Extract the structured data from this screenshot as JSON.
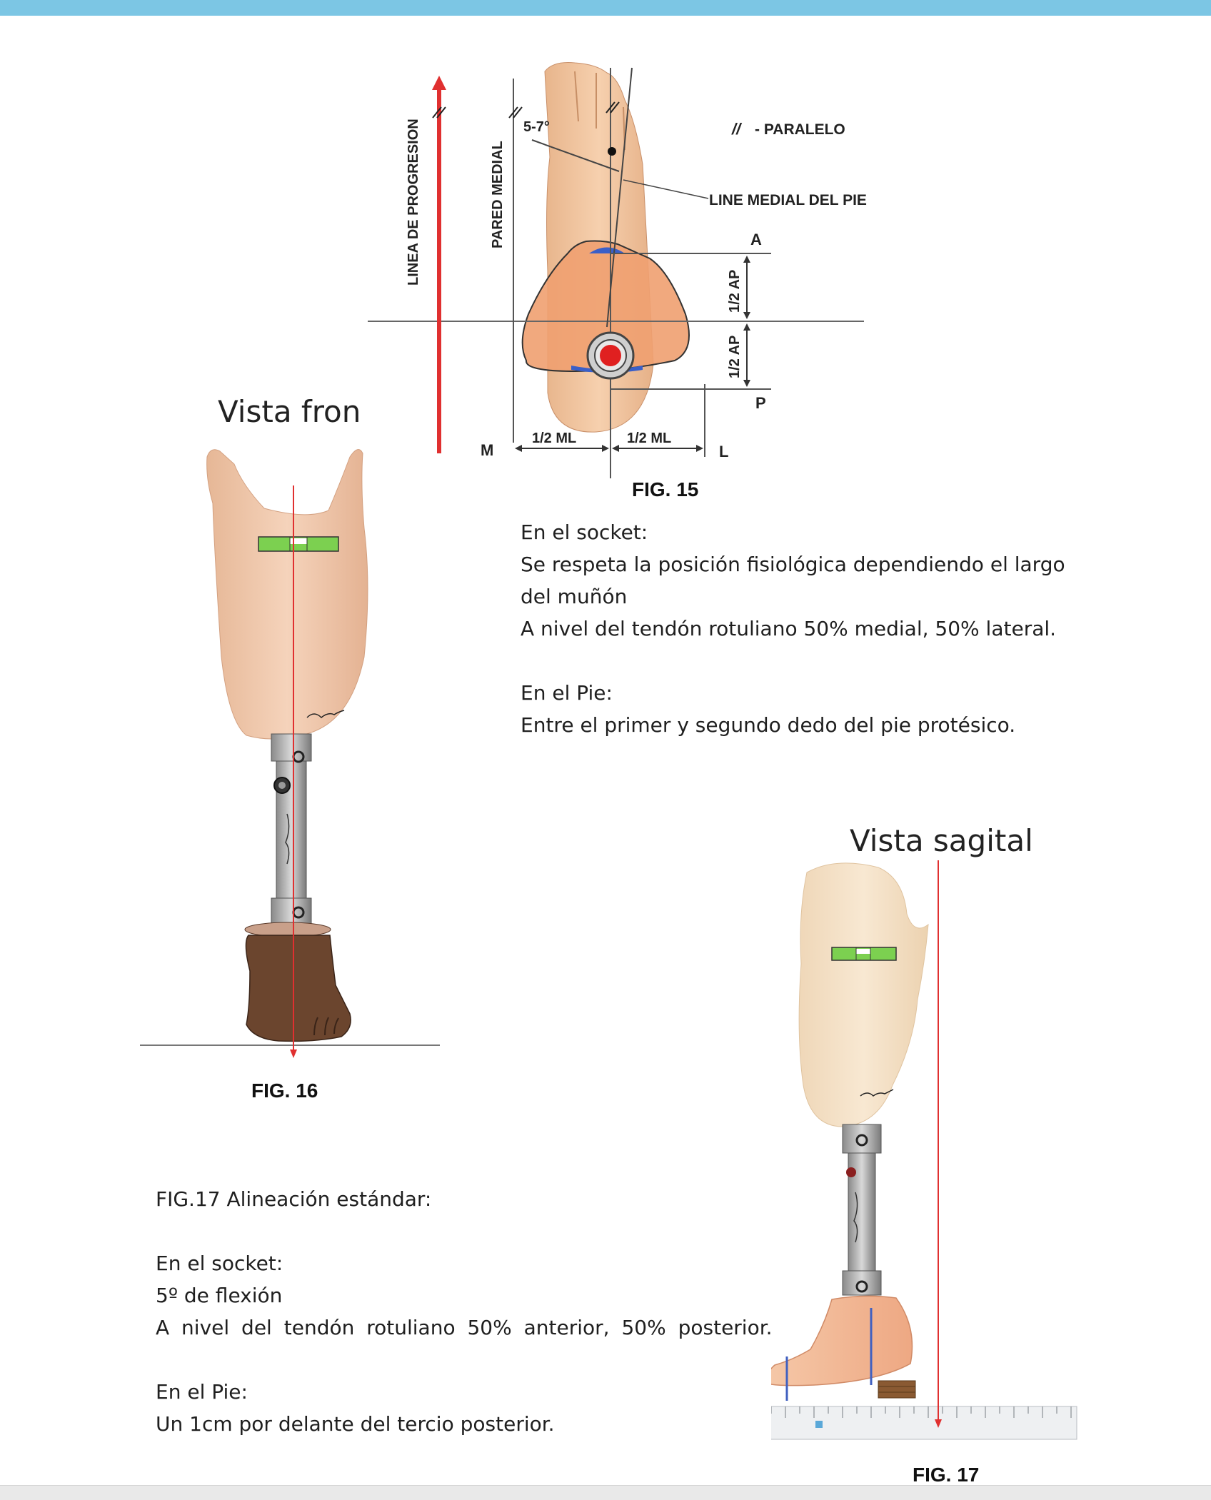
{
  "fig15": {
    "labels": {
      "progression_line": "LINEA DE PROGRESION",
      "medial_wall": "PARED MEDIAL",
      "angle": "5-7°",
      "parallel_symbol": "//",
      "parallel": "- PARALELO",
      "foot_medial_line": "LINE MEDIAL DEL PIE",
      "a": "A",
      "p": "P",
      "half_ap_1": "1/2 AP",
      "half_ap_2": "1/2 AP",
      "m": "M",
      "l": "L",
      "half_ml_1": "1/2 ML",
      "half_ml_2": "1/2 ML"
    },
    "caption": "FIG. 15"
  },
  "text_fig15": {
    "l1": "En el socket:",
    "l2": "Se respeta la posición fisiológica dependiendo el largo",
    "l3": "del muñón",
    "l4": "A nivel del tendón rotuliano 50% medial, 50% lateral.",
    "l5": "En el Pie:",
    "l6": "Entre el primer y segundo dedo del pie protésico."
  },
  "fig16": {
    "title": "Vista fron",
    "caption": "FIG. 16"
  },
  "fig17": {
    "title": "Vista sagital",
    "caption": "FIG. 17"
  },
  "text_fig17": {
    "heading": "FIG.17 Alineación estándar:",
    "l1": "En el socket:",
    "l2": "5º de flexión",
    "l3": "A nivel del tendón rotuliano 50% anterior, 50% posterior.",
    "l4": "En el Pie:",
    "l5": "Un 1cm por delante del tercio posterior."
  },
  "colors": {
    "top_bar": "#7cc6e4",
    "axis_red": "#e03030",
    "socket_orange": "#f0a070",
    "level_green": "#7cd050"
  }
}
